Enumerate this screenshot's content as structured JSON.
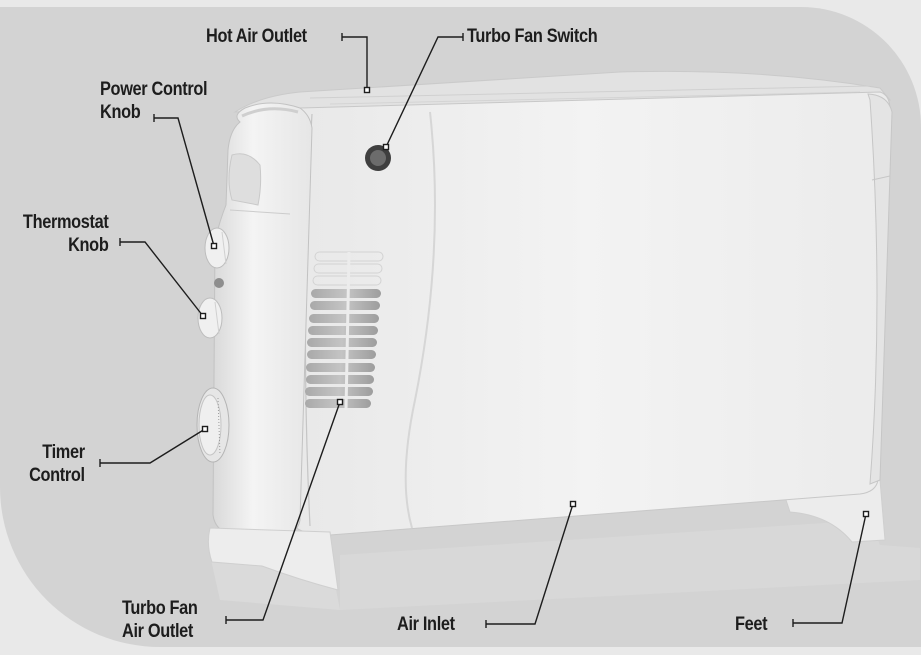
{
  "diagram": {
    "subject": "Convection heater with turbo fan",
    "colors": {
      "background": "#d3d3d3",
      "outer_frame": "#e9e9e9",
      "heater_body": "#f1f1f1",
      "callout_line": "#1d1d1d",
      "label_text": "#1d1d1d"
    },
    "labels": {
      "hot_air_outlet": "Hot Air Outlet",
      "turbo_fan_switch": "Turbo Fan Switch",
      "power_control_line1": "Power Control",
      "power_control_line2": "Knob",
      "thermostat_line1": "Thermostat",
      "thermostat_line2": "Knob",
      "timer_line1": "Timer",
      "timer_line2": "Control",
      "turbo_outlet_line1": "Turbo Fan",
      "turbo_outlet_line2": "Air Outlet",
      "air_inlet": "Air Inlet",
      "feet": "Feet"
    },
    "components": [
      "hot-air-outlet",
      "turbo-fan-switch",
      "power-control-knob",
      "thermostat-knob",
      "timer-control",
      "turbo-fan-air-outlet",
      "air-inlet",
      "feet"
    ]
  }
}
